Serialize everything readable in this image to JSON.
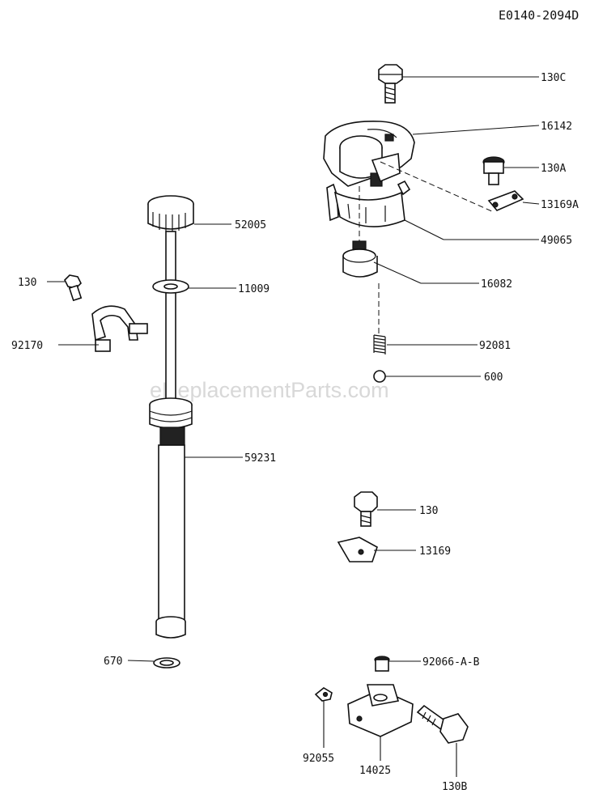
{
  "drawing_code": "E0140-2094D",
  "watermark": "eReplacementParts.com",
  "parts": [
    {
      "label": "130C"
    },
    {
      "label": "16142"
    },
    {
      "label": "130A"
    },
    {
      "label": "13169A"
    },
    {
      "label": "49065"
    },
    {
      "label": "16082"
    },
    {
      "label": "92081"
    },
    {
      "label": "600"
    },
    {
      "label": "52005"
    },
    {
      "label": "11009"
    },
    {
      "label": "130"
    },
    {
      "label": "92170"
    },
    {
      "label": "59231"
    },
    {
      "label": "130"
    },
    {
      "label": "13169"
    },
    {
      "label": "670"
    },
    {
      "label": "92066-A-B"
    },
    {
      "label": "92055"
    },
    {
      "label": "14025"
    },
    {
      "label": "130B"
    }
  ]
}
